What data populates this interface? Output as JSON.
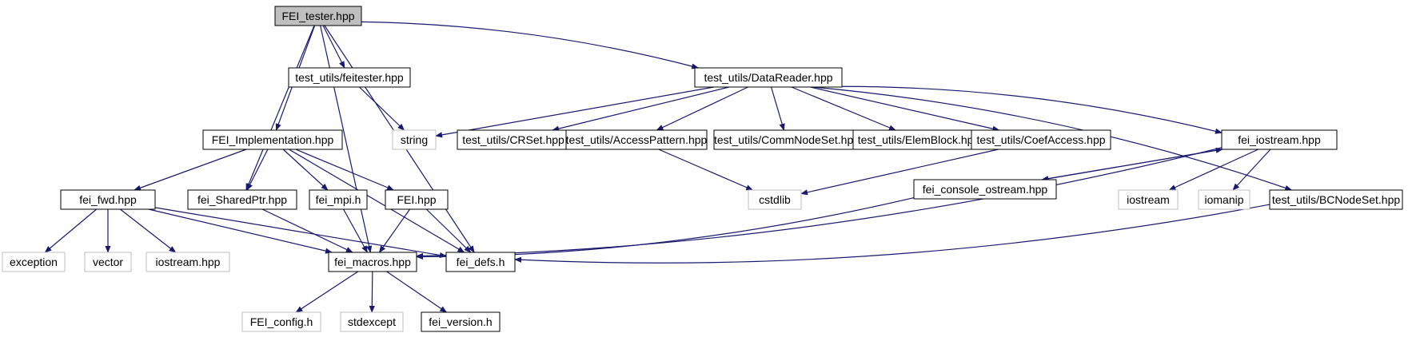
{
  "colors": {
    "edge": "#191970",
    "border_local": "#000000",
    "border_external": "#bfbfbf",
    "root_fill": "#bfbfbf",
    "fill": "#ffffff"
  },
  "nodes": [
    {
      "id": "root",
      "label": "FEI_tester.hpp",
      "kind": "root"
    },
    {
      "id": "feitester",
      "label": "test_utils/feitester.hpp",
      "kind": "local"
    },
    {
      "id": "datareader",
      "label": "test_utils/DataReader.hpp",
      "kind": "local"
    },
    {
      "id": "feiimpl",
      "label": "FEI_Implementation.hpp",
      "kind": "local"
    },
    {
      "id": "string",
      "label": "string",
      "kind": "external"
    },
    {
      "id": "crset",
      "label": "test_utils/CRSet.hpp",
      "kind": "local"
    },
    {
      "id": "accesspattern",
      "label": "test_utils/AccessPattern.hpp",
      "kind": "local"
    },
    {
      "id": "commnodeset",
      "label": "test_utils/CommNodeSet.hpp",
      "kind": "local"
    },
    {
      "id": "elemblock",
      "label": "test_utils/ElemBlock.hpp",
      "kind": "local"
    },
    {
      "id": "coefaccess",
      "label": "test_utils/CoefAccess.hpp",
      "kind": "local"
    },
    {
      "id": "feiiostream",
      "label": "fei_iostream.hpp",
      "kind": "local"
    },
    {
      "id": "feifwd",
      "label": "fei_fwd.hpp",
      "kind": "local"
    },
    {
      "id": "sharedptr",
      "label": "fei_SharedPtr.hpp",
      "kind": "local"
    },
    {
      "id": "feimpi",
      "label": "fei_mpi.h",
      "kind": "local"
    },
    {
      "id": "feihpp",
      "label": "FEI.hpp",
      "kind": "local"
    },
    {
      "id": "cstdlib",
      "label": "cstdlib",
      "kind": "external"
    },
    {
      "id": "consoleostream",
      "label": "fei_console_ostream.hpp",
      "kind": "local"
    },
    {
      "id": "iostream",
      "label": "iostream",
      "kind": "external"
    },
    {
      "id": "iomanip",
      "label": "iomanip",
      "kind": "external"
    },
    {
      "id": "bcnodeset",
      "label": "test_utils/BCNodeSet.hpp",
      "kind": "local"
    },
    {
      "id": "exception",
      "label": "exception",
      "kind": "external"
    },
    {
      "id": "vector",
      "label": "vector",
      "kind": "external"
    },
    {
      "id": "iostreamhpp",
      "label": "iostream.hpp",
      "kind": "external"
    },
    {
      "id": "feimacros",
      "label": "fei_macros.hpp",
      "kind": "local"
    },
    {
      "id": "feidefs",
      "label": "fei_defs.h",
      "kind": "local"
    },
    {
      "id": "feiconfig",
      "label": "FEI_config.h",
      "kind": "external"
    },
    {
      "id": "stdexcept",
      "label": "stdexcept",
      "kind": "external"
    },
    {
      "id": "feiversion",
      "label": "fei_version.h",
      "kind": "local"
    }
  ],
  "edges": [
    [
      "root",
      "feitester"
    ],
    [
      "root",
      "datareader"
    ],
    [
      "root",
      "feiimpl"
    ],
    [
      "root",
      "sharedptr"
    ],
    [
      "root",
      "feimacros"
    ],
    [
      "root",
      "feidefs"
    ],
    [
      "feitester",
      "string"
    ],
    [
      "datareader",
      "string"
    ],
    [
      "datareader",
      "crset"
    ],
    [
      "datareader",
      "accesspattern"
    ],
    [
      "datareader",
      "commnodeset"
    ],
    [
      "datareader",
      "elemblock"
    ],
    [
      "datareader",
      "coefaccess"
    ],
    [
      "datareader",
      "feiiostream"
    ],
    [
      "datareader",
      "bcnodeset"
    ],
    [
      "feiimpl",
      "feifwd"
    ],
    [
      "feiimpl",
      "sharedptr"
    ],
    [
      "feiimpl",
      "feimpi"
    ],
    [
      "feiimpl",
      "feihpp"
    ],
    [
      "feiimpl",
      "feidefs"
    ],
    [
      "accesspattern",
      "cstdlib"
    ],
    [
      "coefaccess",
      "cstdlib"
    ],
    [
      "feiiostream",
      "consoleostream"
    ],
    [
      "consoleostream",
      "feiiostream"
    ],
    [
      "feiiostream",
      "iostream"
    ],
    [
      "feiiostream",
      "iomanip"
    ],
    [
      "feiiostream",
      "feimacros"
    ],
    [
      "consoleostream",
      "feimacros"
    ],
    [
      "bcnodeset",
      "feidefs"
    ],
    [
      "feifwd",
      "exception"
    ],
    [
      "feifwd",
      "vector"
    ],
    [
      "feifwd",
      "iostreamhpp"
    ],
    [
      "feifwd",
      "feimacros"
    ],
    [
      "feifwd",
      "feidefs"
    ],
    [
      "sharedptr",
      "feimacros"
    ],
    [
      "feimpi",
      "feimacros"
    ],
    [
      "feihpp",
      "feimacros"
    ],
    [
      "feihpp",
      "feidefs"
    ],
    [
      "feimacros",
      "feiconfig"
    ],
    [
      "feimacros",
      "stdexcept"
    ],
    [
      "feimacros",
      "feiversion"
    ]
  ]
}
